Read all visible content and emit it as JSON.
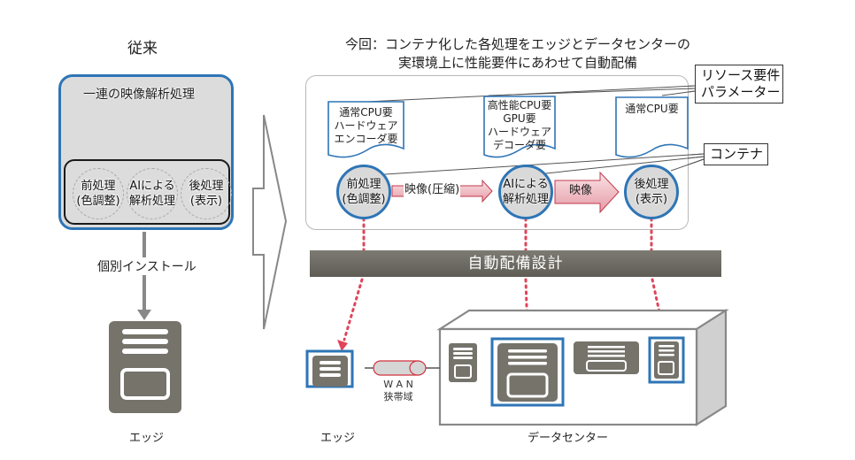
{
  "legacy": {
    "heading": "従来",
    "box_title": "一連の映像解析処理",
    "processes": [
      {
        "line1": "前処理",
        "line2": "(色調整)"
      },
      {
        "line1": "AIによる",
        "line2": "解析処理"
      },
      {
        "line1": "後処理",
        "line2": "(表示)"
      }
    ],
    "install_label": "個別インストール",
    "device_label": "エッジ"
  },
  "proposal": {
    "heading_line1": "今回：コンテナ化した各処理をエッジとデータセンターの",
    "heading_line2": "実環境上に性能要件にあわせて自動配備",
    "requirement_docs": [
      {
        "lines": [
          "通常CPU要",
          "ハードウェア",
          "エンコーダ要"
        ]
      },
      {
        "lines": [
          "高性能CPU要",
          "GPU要",
          "ハードウェア",
          "デコーダ要"
        ]
      },
      {
        "lines": [
          "通常CPU要"
        ]
      }
    ],
    "callouts": {
      "resource_params_line1": "リソース要件",
      "resource_params_line2": "パラメーター",
      "container": "コンテナ"
    },
    "containers": [
      {
        "line1": "前処理",
        "line2": "(色調整)"
      },
      {
        "line1": "AIによる",
        "line2": "解析処理"
      },
      {
        "line1": "後処理",
        "line2": "(表示)"
      }
    ],
    "flows": [
      {
        "label": "映像(圧縮)"
      },
      {
        "label": "映像"
      }
    ],
    "auto_deploy_bar": "自動配備設計",
    "network": {
      "line1": "W A N",
      "line2": "狭帯域"
    },
    "edge_label": "エッジ",
    "datacenter_label": "データセンター"
  },
  "colors": {
    "accent_blue": "#2e75b6",
    "arrow_red": "#e0445a",
    "server_gray": "#76736b",
    "box_gray": "#dcdcdc"
  }
}
